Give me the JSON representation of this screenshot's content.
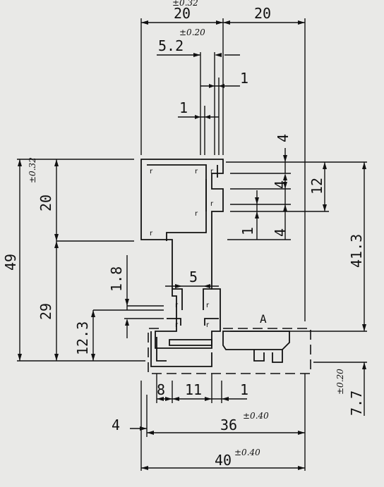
{
  "drawing": {
    "dimensions": {
      "top_left_width": "20",
      "top_right_width": "20",
      "top_tolerance": "±0.32",
      "slot_width": "5.2",
      "slot_tolerance": "±0.20",
      "wall_right": "1",
      "wall_left": "1",
      "right_small_4_top": "4",
      "right_small_4_mid": "4",
      "right_12": "12",
      "right_1": "1",
      "right_4_bottom": "4",
      "right_41_3": "41.3",
      "left_49": "49",
      "left_20": "20",
      "left_tolerance": "±0.32",
      "left_29": "29",
      "left_1_8": "1.8",
      "left_12_3": "12.3",
      "inner_5": "5",
      "bottom_8": "8",
      "bottom_11": "11",
      "bottom_1": "1",
      "bottom_4": "4",
      "bottom_36": "36",
      "bottom_36_tol": "±0.40",
      "bottom_40": "40",
      "bottom_40_tol": "±0.40",
      "right_7_7": "7.7",
      "right_7_7_tol": "±0.20"
    },
    "detail_label": "A",
    "radius_label": "r"
  }
}
